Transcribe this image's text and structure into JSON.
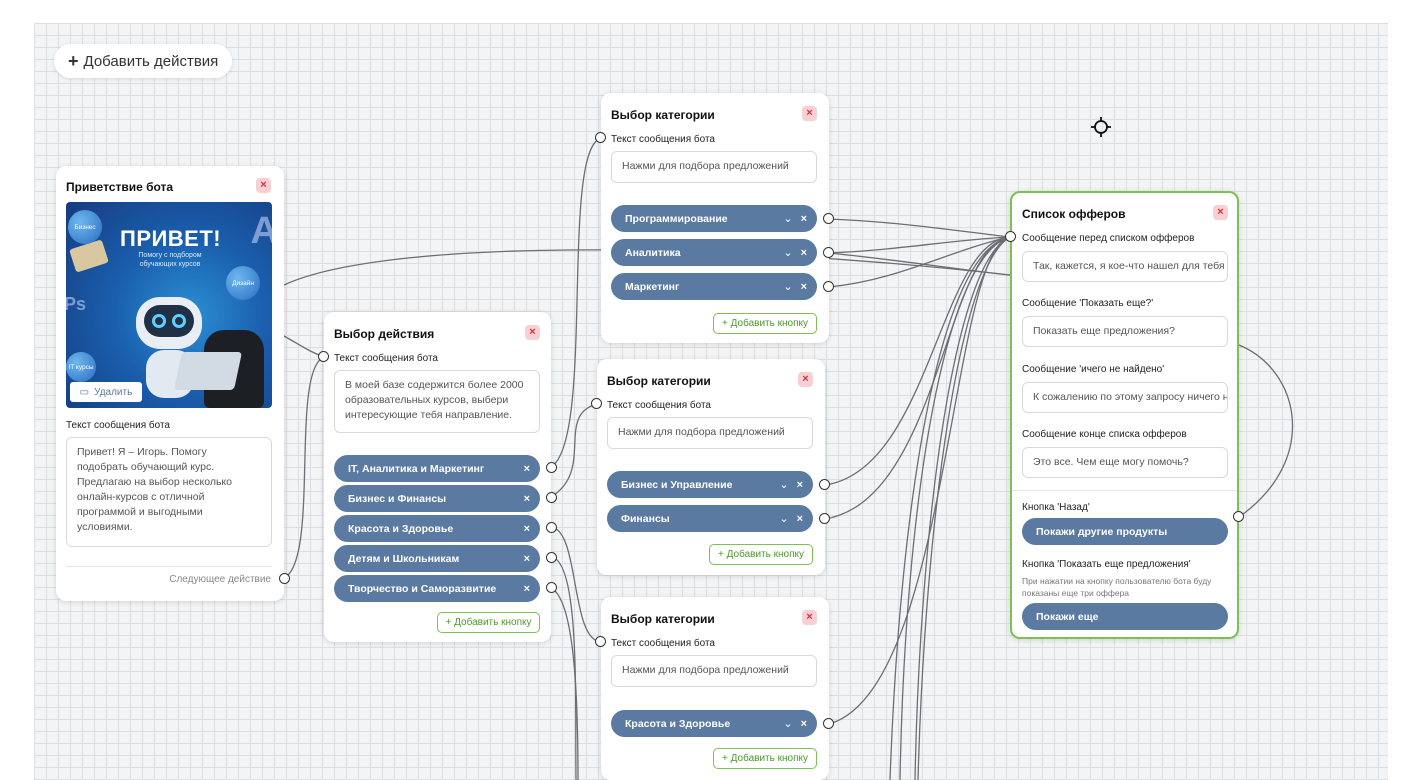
{
  "toolbar": {
    "add_actions_label": "Добавить действия",
    "add_actions_icon": "plus-icon"
  },
  "common": {
    "bot_text_label": "Текст сообщения бота",
    "add_button_label": "+ Добавить кнопку",
    "close_symbol": "×",
    "chevron_symbol": "⌄"
  },
  "greeting": {
    "title": "Приветствие бота",
    "image": {
      "heading": "ПРИВЕТ!",
      "subheading": "Помогу с подбором обучающих курсов",
      "bubbles": [
        "Бизнес",
        "Дизайн",
        "IT курсы"
      ],
      "letters": [
        "A",
        "Ps"
      ],
      "delete_label": "Удалить"
    },
    "message_label": "Текст сообщения бота",
    "message": "Привет! Я – Игорь. Помогу подобрать обучающий курс. Предлагаю на выбор несколько онлайн-курсов с отличной программой и выгодными условиями.",
    "next_action_label": "Следующее действие"
  },
  "choice": {
    "title": "Выбор действия",
    "message": "В моей базе содержится более 2000 образовательных курсов, выбери интересующие тебя направление.",
    "buttons": [
      "IT, Аналитика и Маркетинг",
      "Бизнес и Финансы",
      "Красота и Здоровье",
      "Детям и Школьникам",
      "Творчество и Саморазвитие"
    ]
  },
  "category1": {
    "title": "Выбор категории",
    "placeholder": "Нажми для подбора предложений",
    "buttons": [
      "Программирование",
      "Аналитика",
      "Маркетинг"
    ]
  },
  "category2": {
    "title": "Выбор категории",
    "placeholder": "Нажми для подбора предложений",
    "buttons": [
      "Бизнес и Управление",
      "Финансы"
    ]
  },
  "category3": {
    "title": "Выбор категории",
    "placeholder": "Нажми для подбора предложений",
    "buttons": [
      "Красота и Здоровье"
    ]
  },
  "offers": {
    "title": "Список офферов",
    "before_label": "Сообщение перед списком офферов",
    "before_value": "Так, кажется, я кое-что нашел для тебя",
    "show_more_label": "Сообщение 'Показать еще?'",
    "show_more_value": "Показать еще предложения?",
    "not_found_label": "Сообщение 'ичего не найдено'",
    "not_found_value": "К сожалению по этому запросу ничего не найдено",
    "end_label": "Сообщение конце списка офферов",
    "end_value": "Это все. Чем еще могу помочь?",
    "back_label": "Кнопка 'Назад'",
    "back_button": "Покажи другие продукты",
    "more_label": "Кнопка 'Показать еще предложения'",
    "more_note": "При нажатии на кнопку пользователю бота буду показаны еще три оффера",
    "more_button": "Покажи еще"
  },
  "colors": {
    "canvas": "#f3f4f5",
    "grid": "#dcdfe2",
    "pill": "#5a7aa1",
    "accent_green": "#7cc152",
    "close_bg": "#f6d0d3",
    "close_fg": "#d4313e"
  }
}
